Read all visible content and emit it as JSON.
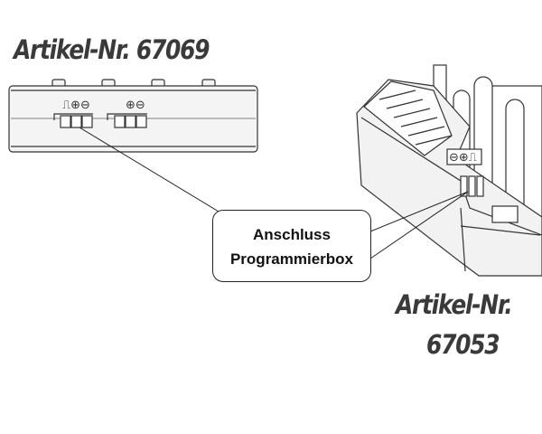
{
  "diagram": {
    "left_device": {
      "title": "Artikel-Nr. 67069",
      "port_symbols_1": "⎍⊕⊖",
      "port_symbols_2": "⊕⊖"
    },
    "right_device": {
      "title_line1": "Artikel-Nr.",
      "title_line2": "67053",
      "port_symbols": "⊖⊕⎍"
    },
    "callout": {
      "line1": "Anschluss",
      "line2": "Programmierbox"
    },
    "colors": {
      "line": "#333333",
      "body_fill": "#f2f2f2",
      "title": "#3a3a3a"
    }
  }
}
